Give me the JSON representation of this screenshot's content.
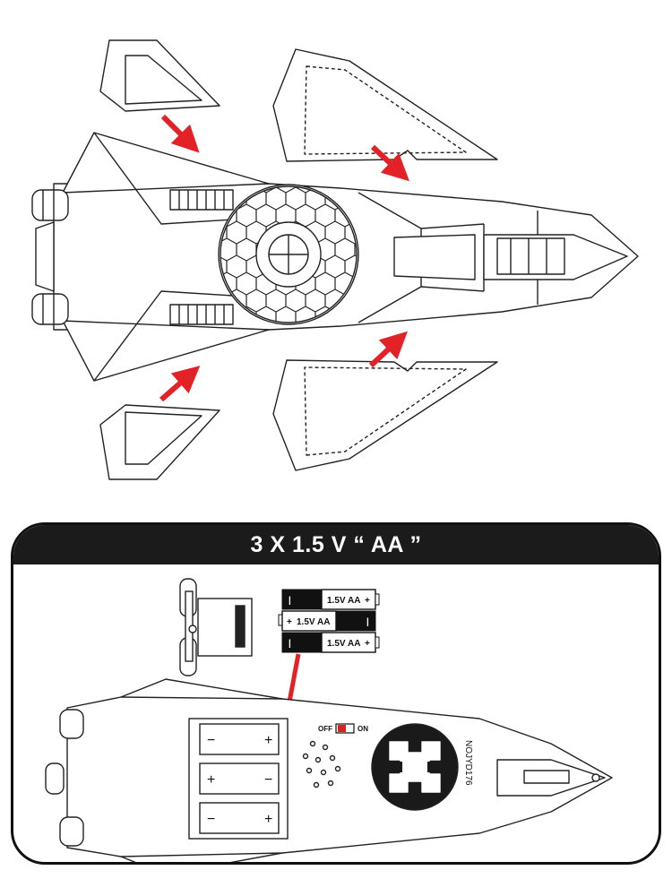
{
  "panel": {
    "title": "3 X 1.5 V “ AA ”"
  },
  "batteries_loose": [
    {
      "label": "1.5V AA",
      "orientation": "negative-left"
    },
    {
      "label": "1.5V AA",
      "orientation": "positive-left"
    },
    {
      "label": "1.5V AA",
      "orientation": "negative-left"
    }
  ],
  "switch": {
    "off_label": "OFF",
    "on_label": "ON",
    "state_color": "#e02020"
  },
  "underside": {
    "model_text": "NOJYD176",
    "plus_sign": "+",
    "minus_sign": "−"
  },
  "colors": {
    "arrow": "#e32228",
    "header_bg": "#1b1b1b"
  }
}
